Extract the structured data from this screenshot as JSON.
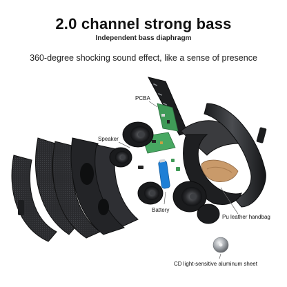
{
  "header": {
    "title": "2.0 channel strong bass",
    "subtitle": "Independent bass diaphragm",
    "tagline": "360-degree shocking sound effect, like a sense of presence"
  },
  "labels": {
    "pcba": "PCBA",
    "speaker": "Speaker",
    "battery": "Battery",
    "handbag": "Pu leather handbag",
    "cd_sheet": "CD light-sensitive aluminum sheet"
  },
  "colors": {
    "background": "#ffffff",
    "shell": "#2a2b2e",
    "shell_dark": "#141517",
    "pcb": "#3f9a57",
    "battery": "#1e7fd6",
    "leather": "#c99a6a",
    "aluminum": "#b9bcc0"
  }
}
